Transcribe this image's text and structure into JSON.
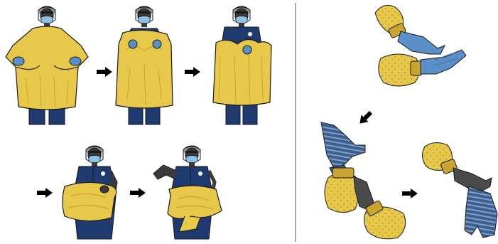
{
  "colors": {
    "gown": "#E8C84A",
    "gown_shade": "#D9B63A",
    "gown_dark": "#C9A431",
    "scrubs": "#1F3A6E",
    "scrubs_dark": "#162B54",
    "skin": "#3A3A3A",
    "mask": "#8EC3E6",
    "glove_blue": "#5B8FC7",
    "glove_blue_dark": "#3F6FA3",
    "glove_black": "#4A4A4A",
    "stripe_blue": "#3D5F8F",
    "stripe_light": "#7FA0C8",
    "divider": "#555555",
    "arrow": "#000000",
    "outline": "#1A1A1A"
  },
  "panels": [
    {
      "name": "gown-removal",
      "steps": 5
    },
    {
      "name": "glove-removal",
      "steps": 3
    }
  ]
}
